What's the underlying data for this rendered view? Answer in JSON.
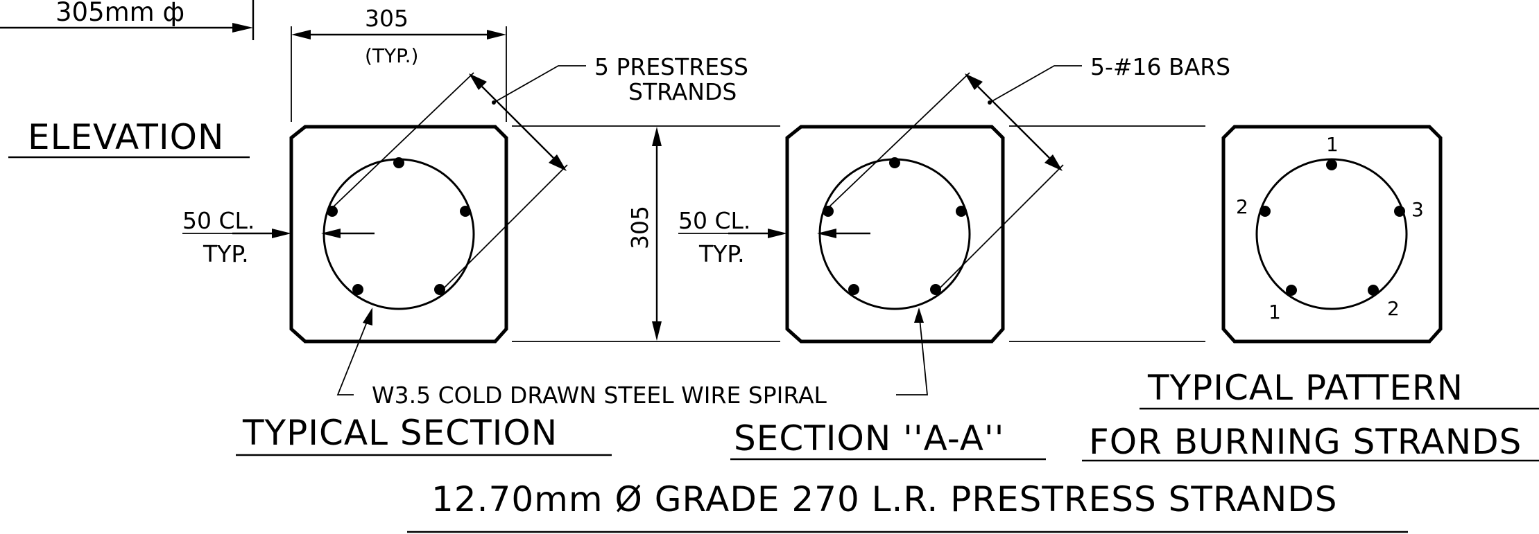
{
  "top_dimension": {
    "diameter_label": "305mm ф"
  },
  "elevation_label": "ELEVATION",
  "width_dimension": {
    "value": "305",
    "note": "(TYP.)"
  },
  "height_dimension": {
    "value": "305"
  },
  "callouts": {
    "prestress_strands_line1": "5 PRESTRESS",
    "prestress_strands_line2": "STRANDS",
    "bars": "5-#16 BARS",
    "spiral": "W3.5 COLD DRAWN STEEL WIRE SPIRAL"
  },
  "clearance": {
    "line1": "50 CL.",
    "line2": "TYP."
  },
  "section_titles": {
    "typical_section": "TYPICAL SECTION",
    "section_aa": "SECTION ''A-A''",
    "pattern_line1": "TYPICAL PATTERN",
    "pattern_line2": "FOR BURNING STRANDS"
  },
  "burn_order": [
    "1",
    "3",
    "2",
    "1",
    "2"
  ],
  "footer_title": "12.70mm  Ø GRADE 270 L.R. PRESTRESS STRANDS"
}
